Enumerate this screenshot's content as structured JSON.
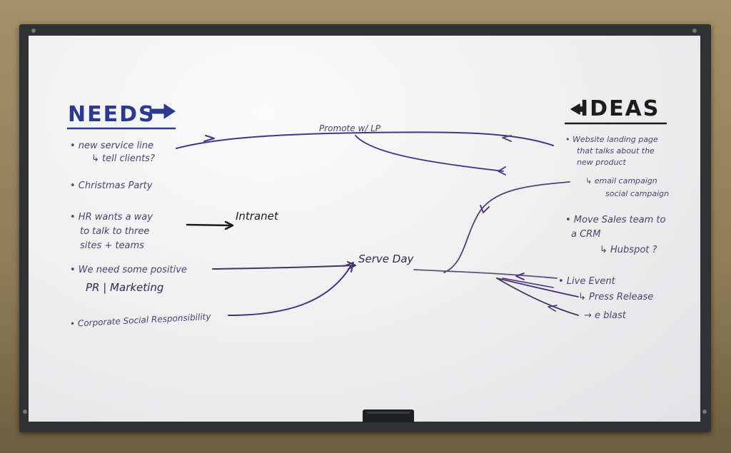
{
  "whiteboard": {
    "needs": {
      "heading": "NEEDS",
      "items": [
        {
          "line1": "• new service line",
          "line2": "↳ tell clients?"
        },
        {
          "line1": "• Christmas Party"
        },
        {
          "line1": "• HR wants a way",
          "line2": "to talk to three",
          "line3": "sites + teams"
        },
        {
          "line1": "• We need some positive",
          "line2": "PR | Marketing"
        },
        {
          "line1": "• Corporate Social Responsibility"
        }
      ]
    },
    "ideas": {
      "heading": "IDEAS",
      "items": [
        {
          "line1": "• Website landing page",
          "line2": "that talks about the",
          "line3": "new product"
        },
        {
          "line1": "↳ email campaign",
          "line2": "social campaign"
        },
        {
          "line1": "• Move Sales team to",
          "line2": "a CRM"
        },
        {
          "line1": "↳ Hubspot ?"
        },
        {
          "line1": "• Live Event"
        },
        {
          "line1": "↳ Press Release"
        },
        {
          "line1": "→ e blast"
        }
      ]
    },
    "links": {
      "promote": "Promote w/ LP",
      "intranet": "Intranet",
      "serve_day": "Serve Day"
    },
    "colors": {
      "needs_ink": "#2b3a8f",
      "purple_ink": "#4a2f7a",
      "black_ink": "#1c1c1f"
    }
  }
}
